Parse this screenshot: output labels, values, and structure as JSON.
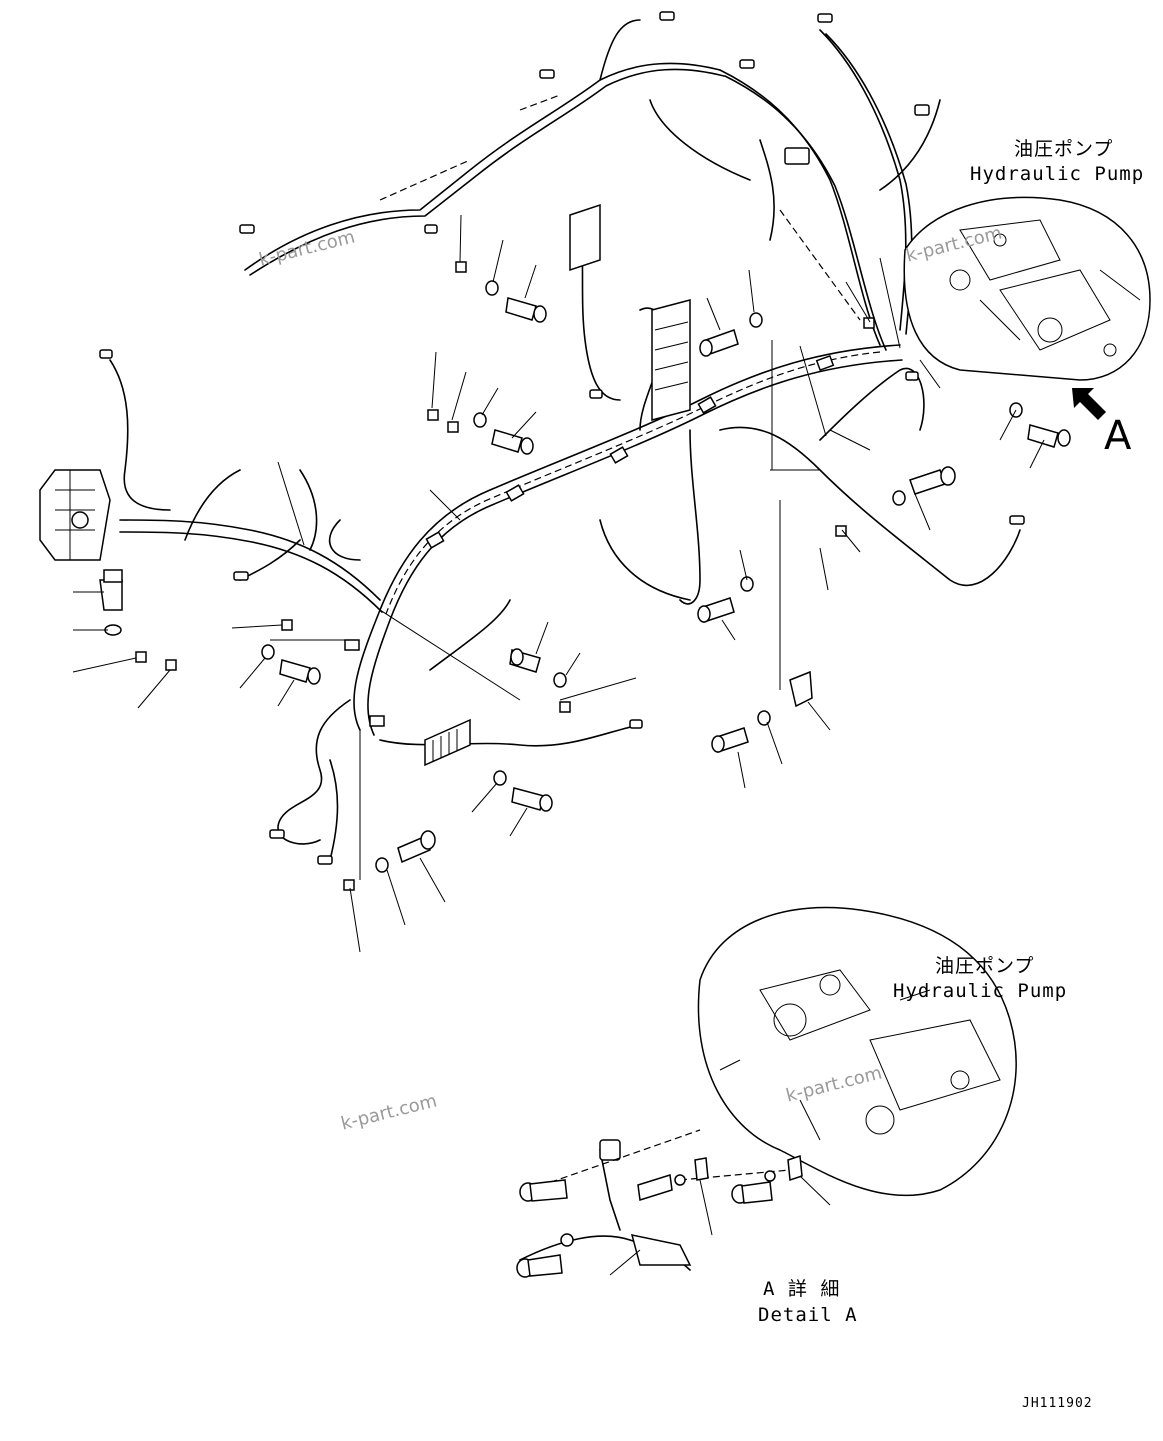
{
  "labels": {
    "pump_jp": "油圧ポンプ",
    "pump_en": "Hydraulic Pump",
    "pump_jp_detail": "油圧ポンプ",
    "pump_en_detail": "Hydraulic Pump",
    "view_marker": "A",
    "detail_jp": "A 詳 細",
    "detail_en": "Detail A",
    "drawing_code": "JH111902"
  },
  "watermarks": [
    "k-part.com",
    "k-part.com",
    "k-part.com",
    "k-part.com"
  ],
  "icons": {
    "view_arrow": "arrow-up-left-icon",
    "bolt": "bolt-icon",
    "washer": "washer-icon",
    "clamp": "clamp-icon"
  },
  "colors": {
    "ink": "#000000",
    "watermark": "#9a9a9a",
    "paper": "#ffffff"
  }
}
